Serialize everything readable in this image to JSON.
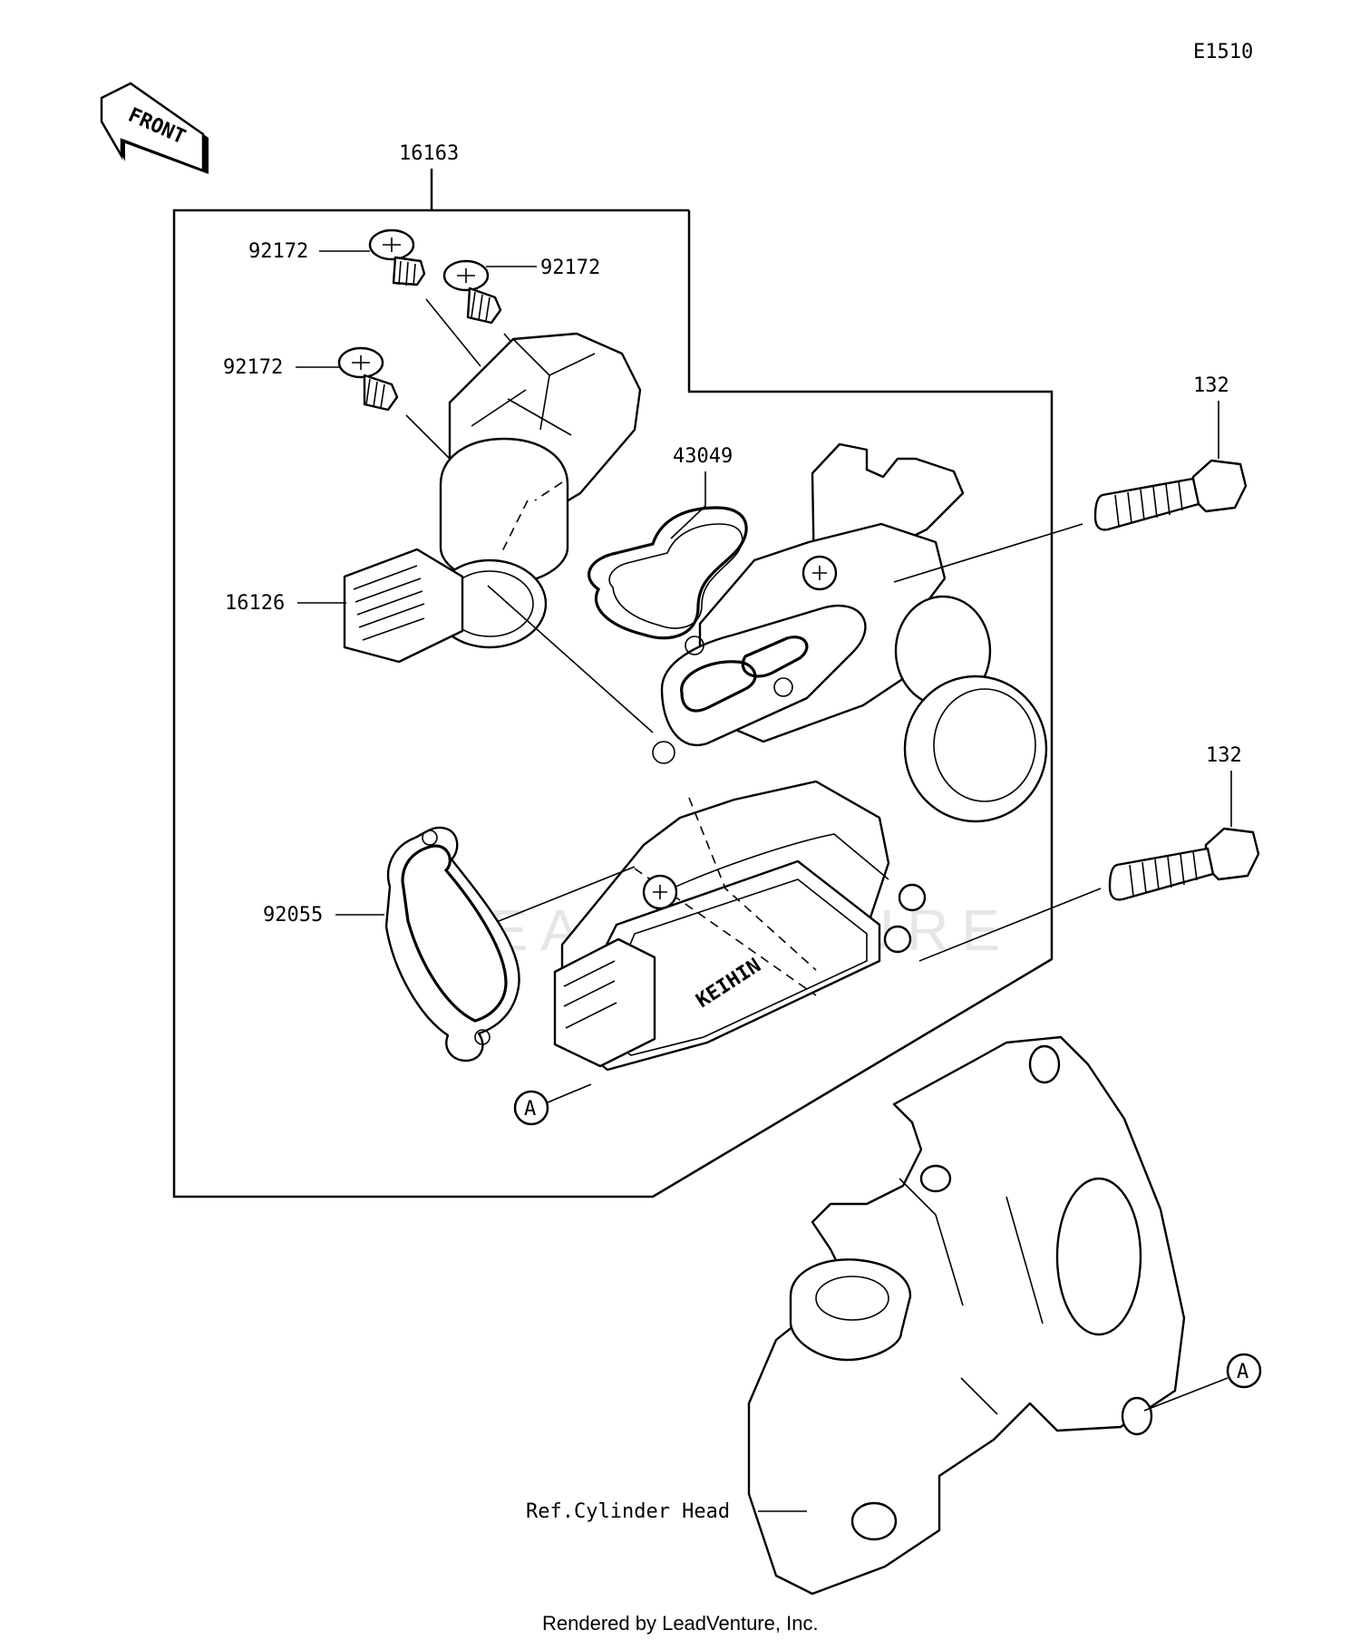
{
  "diagram_code": "E1510",
  "front_arrow_label": "FRONT",
  "callouts": {
    "assembly": "16163",
    "screw_a": "92172",
    "screw_b": "92172",
    "screw_c": "92172",
    "sensor": "16126",
    "seal_ring": "43049",
    "gasket": "92055",
    "bolt_upper": "132",
    "bolt_lower": "132",
    "ref_a_upper": "A",
    "ref_a_lower": "A",
    "cylinder_head_ref": "Ref.Cylinder Head"
  },
  "brand_mark": "KEIHIN",
  "watermark": "LEADVENTURE",
  "footer": "Rendered by LeadVenture, Inc."
}
